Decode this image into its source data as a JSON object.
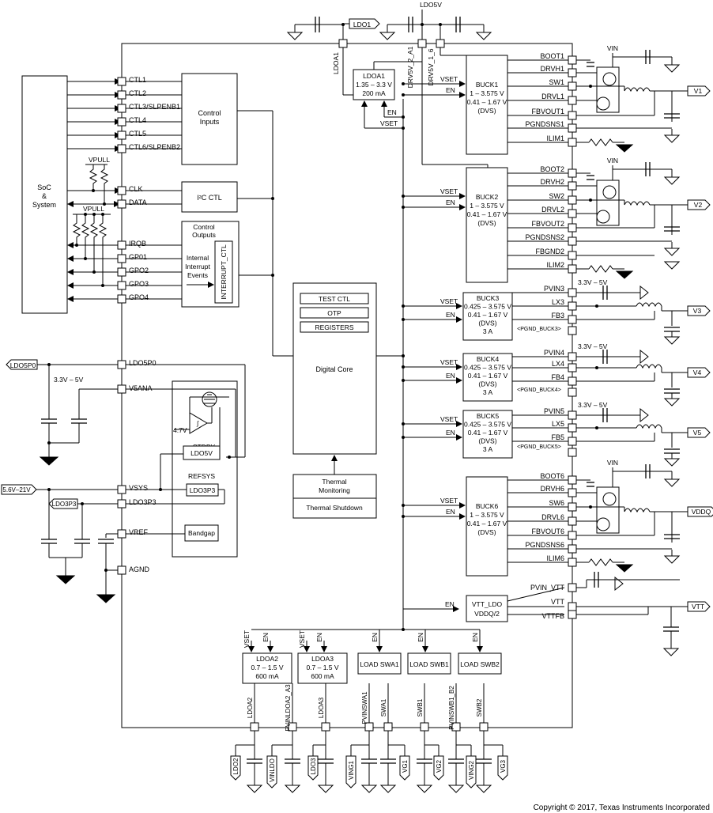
{
  "ic": {
    "soc_line1": "SoC",
    "soc_line2": "&",
    "soc_line3": "System",
    "vpull1": "VPULL",
    "vpull2": "VPULL",
    "left_pins": [
      "CTL1",
      "CTL2",
      "CTL3/SLPENB1",
      "CTL4",
      "CTL5",
      "CTL6/SLPENB2",
      "CLK",
      "DATA",
      "IRQB",
      "GP01",
      "GPO2",
      "GPO3",
      "GPO4"
    ],
    "control_inputs": [
      "Control",
      "Inputs"
    ],
    "i2c_ctl": "I²C CTL",
    "control_outputs": [
      "Control",
      "Outputs"
    ],
    "internal_events": [
      "Internal",
      "Interrupt",
      "Events"
    ],
    "interrupt_ctl": "INTERRUPT_CTL",
    "ldo5p0_pin": "LDO5P0",
    "ldo5p0_net": "LDO5P0",
    "v5ana_pin": "V5ANA",
    "v5ana_range": "3.3V – 5V",
    "vsys_pin": "VSYS",
    "vsys_range": "5.6V–21V",
    "ldo3p3_pin": "LDO3P3",
    "ldo3p3_net": "LDO3P3",
    "vref_pin": "VREF",
    "agnd_pin": "AGND",
    "ref_4p7": "4.7V",
    "stdby": "STDBY",
    "ldo5v": "LDO5V",
    "ldo3p3_block": "LDO3P3",
    "refsys": "REFSYS",
    "bandgap": "Bandgap",
    "core_items": [
      "TEST CTL",
      "OTP",
      "REGISTERS"
    ],
    "digital_core": "Digital Core",
    "thermal_monitoring": [
      "Thermal",
      "Monitoring"
    ],
    "thermal_shutdown": "Thermal Shutdown"
  },
  "top": {
    "ldo5v": "LDO5V",
    "ldo1_net": "LDO1",
    "ldoa1_pin": "LDOA1",
    "drv1_pin": "DRV5V_2_A1",
    "drv2_pin": "DRV5V_1_6",
    "ldoa1_block": [
      "LDOA1",
      "1.35 – 3.3 V",
      "200 mA"
    ],
    "en": "EN",
    "vset": "VSET"
  },
  "bucks": [
    {
      "lines": [
        "BUCK1",
        "1 – 3.575 V",
        "0.41 – 1.67 V",
        "(DVS)"
      ],
      "pins": [
        "BOOT1",
        "DRVH1",
        "SW1",
        "DRVL1",
        "FBVOUT1",
        "PGNDSNS1",
        "ILIM1"
      ],
      "out": "V1",
      "vin": "VIN"
    },
    {
      "lines": [
        "BUCK2",
        "1 – 3.575 V",
        "0.41 – 1.67 V",
        "(DVS)"
      ],
      "pins": [
        "BOOT2",
        "DRVH2",
        "SW2",
        "DRVL2",
        "FBVOUT2",
        "PGNDSNS2",
        "FBGND2",
        "ILIM2"
      ],
      "out": "V2",
      "vin": "VIN"
    },
    {
      "lines": [
        "BUCK3",
        "0.425 – 3.575 V",
        "0.41 – 1.67 V",
        "(DVS)",
        "3 A"
      ],
      "pins": [
        "PVIN3",
        "LX3",
        "FB3"
      ],
      "pgnd": "<PGND_BUCK3>",
      "out": "V3",
      "vin": "3.3V – 5V"
    },
    {
      "lines": [
        "BUCK4",
        "0.425 – 3.575 V",
        "0.41 – 1.67 V",
        "(DVS)",
        "3 A"
      ],
      "pins": [
        "PVIN4",
        "LX4",
        "FB4"
      ],
      "pgnd": "<PGND_BUCK4>",
      "out": "V4",
      "vin": "3.3V – 5V"
    },
    {
      "lines": [
        "BUCK5",
        "0.425 – 3.575 V",
        "0.41 – 1.67 V",
        "(DVS)",
        "3 A"
      ],
      "pins": [
        "PVIN5",
        "LX5",
        "FB5"
      ],
      "pgnd": "<PGND_BUCK5>",
      "out": "V5",
      "vin": "3.3V – 5V"
    },
    {
      "lines": [
        "BUCK6",
        "1 – 3.575 V",
        "0.41 – 1.67 V",
        "(DVS)"
      ],
      "pins": [
        "BOOT6",
        "DRVH6",
        "SW6",
        "DRVL6",
        "FBVOUT6",
        "PGNDSNS6",
        "ILIM6"
      ],
      "out": "VDDQ",
      "vin": "VIN"
    }
  ],
  "vtt": {
    "block": [
      "VTT_LDO",
      "VDDQ/2"
    ],
    "pins": [
      "PVIN_VTT",
      "VTT",
      "VTTFB"
    ],
    "out": "VTT",
    "en": "EN"
  },
  "bottom": {
    "ldoa2": [
      "LDOA2",
      "0.7 – 1.5 V",
      "600 mA"
    ],
    "ldoa3": [
      "LDOA3",
      "0.7 – 1.5 V",
      "600 mA"
    ],
    "loads": [
      "LOAD SWA1",
      "LOAD SWB1",
      "LOAD SWB2"
    ],
    "pins": [
      "LDOA2",
      "PVINLDOA2_A3",
      "LDOA3",
      "PVINSWA1",
      "SWA1",
      "SWB1",
      "PVINSWB1_B2",
      "SWB2"
    ],
    "nets": [
      "LDO2",
      "VINLDO",
      "LDO3",
      "VING1",
      "VG1",
      "VG2",
      "VING2",
      "VG3"
    ],
    "vset": "VSET",
    "en": "EN"
  },
  "copyright": "Copyright © 2017, Texas Instruments Incorporated"
}
